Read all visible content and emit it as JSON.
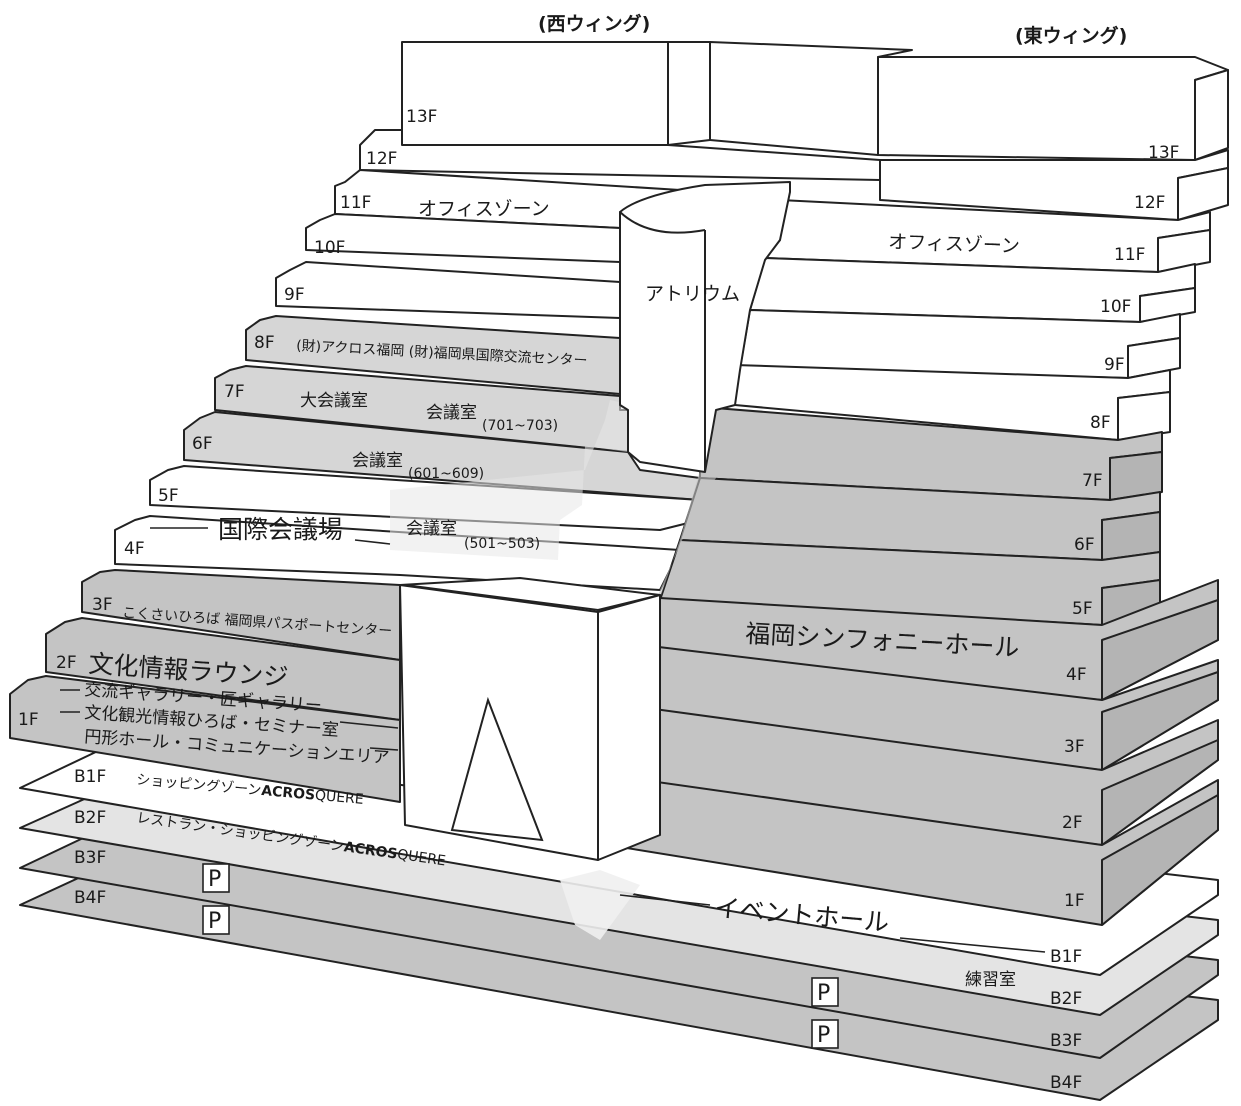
{
  "wings": {
    "west": "(西ウィング)",
    "east": "(東ウィング)"
  },
  "west_floors": {
    "f13": "13F",
    "f12": "12F",
    "f11": "11F",
    "f10": "10F",
    "f9": "9F",
    "f8": "8F",
    "f7": "7F",
    "f6": "6F",
    "f5": "5F",
    "f4": "4F",
    "f3": "3F",
    "f2": "2F",
    "f1": "1F",
    "b1": "B1F",
    "b2": "B2F",
    "b3": "B3F",
    "b4": "B4F"
  },
  "east_floors": {
    "f13": "13F",
    "f12": "12F",
    "f11": "11F",
    "f10": "10F",
    "f9": "9F",
    "f8": "8F",
    "f7": "7F",
    "f6": "6F",
    "f5": "5F",
    "f4": "4F",
    "f3": "3F",
    "f2": "2F",
    "f1": "1F",
    "b1": "B1F",
    "b2": "B2F",
    "b3": "B3F",
    "b4": "B4F"
  },
  "west_zones": {
    "office": "オフィスゾーン",
    "f8": "(財)アクロス福岡 (財)福岡県国際交流センター",
    "f7_hall": "大会議室",
    "f7_rooms": "会議室",
    "f7_range": "(701~703)",
    "f6_rooms": "会議室",
    "f6_range": "(601~609)",
    "conference": "国際会議場",
    "f5_rooms": "会議室",
    "f5_range": "(501~503)",
    "f3": "こくさいひろば 福岡県パスポートセンター",
    "f2": "文化情報ラウンジ",
    "f1_line1": "交流ギャラリー・匠ギャラリー",
    "f1_line2": "文化観光情報ひろば・セミナー室",
    "f1_line3": "円形ホール・コミュニケーションエリア",
    "b1_prefix": "ショッピングゾーン",
    "b1_brand_bold": "ACROS",
    "b1_brand_rest": "QUERE",
    "b2_prefix": "レストラン・ショッピングゾーン",
    "b2_brand_bold": "ACROS",
    "b2_brand_rest": "QUERE",
    "parking_b3": "P",
    "parking_b4": "P"
  },
  "center": {
    "atrium": "アトリウム"
  },
  "east_zones": {
    "office": "オフィスゾーン",
    "symphony": "福岡シンフォニーホール",
    "event": "イベントホール",
    "practice": "練習室",
    "parking_b2": "P",
    "parking_b3": "P"
  },
  "colors": {
    "white": "#ffffff",
    "light_gray": "#e4e4e4",
    "mid_gray": "#d6d6d6",
    "dark_gray": "#c4c4c4",
    "outline": "#222222"
  }
}
